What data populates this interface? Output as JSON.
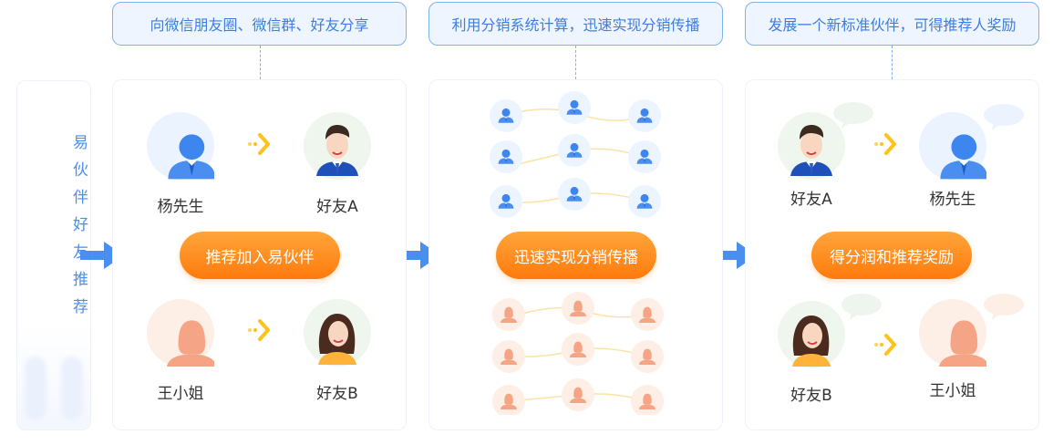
{
  "sidebar": {
    "title": "易伙伴好友推荐"
  },
  "steps": [
    {
      "callout": "向微信朋友圈、微信群、好友分享",
      "button": "推荐加入易伙伴",
      "names": [
        "杨先生",
        "好友A",
        "王小姐",
        "好友B"
      ]
    },
    {
      "callout": "利用分销系统计算，迅速实现分销传播",
      "button": "迅速实现分销传播"
    },
    {
      "callout": "发展一个新标准伙伴，可得推荐人奖励",
      "button": "得分润和推荐奖励",
      "names": [
        "好友A",
        "杨先生",
        "好友B",
        "王小姐"
      ]
    }
  ],
  "colors": {
    "blue": "#4a8ef0",
    "orange": "#ff8a1c",
    "peach": "#f6a88a",
    "yellow": "#ffc21a"
  }
}
